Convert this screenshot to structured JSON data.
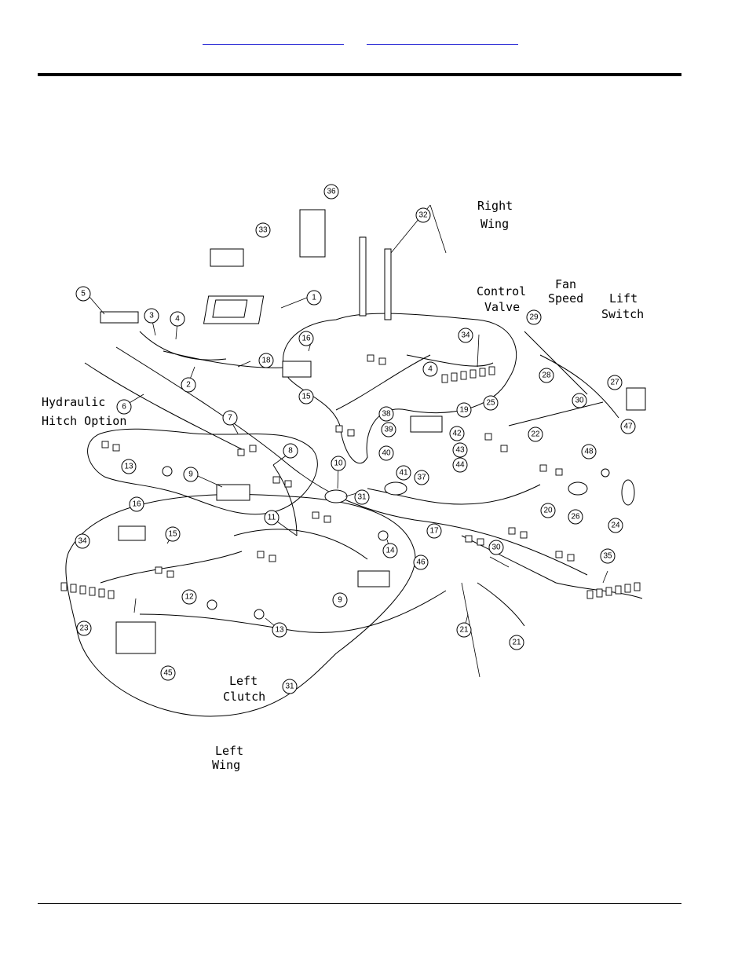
{
  "nav": {
    "link_prev": "",
    "link_next": ""
  },
  "labels": {
    "right_wing": [
      "Right",
      "Wing"
    ],
    "control_valve": [
      "Control",
      "Valve"
    ],
    "fan_speed": [
      "Fan",
      "Speed"
    ],
    "lift_switch": [
      "Lift",
      "Switch"
    ],
    "hydraulic_hitch": [
      "Hydraulic",
      "Hitch  Option"
    ],
    "left_clutch": [
      "Left",
      "Clutch"
    ],
    "left_wing": [
      "Left",
      "Wing"
    ]
  },
  "callouts": [
    "1",
    "2",
    "3",
    "4",
    "4",
    "5",
    "6",
    "7",
    "8",
    "9",
    "9",
    "10",
    "11",
    "12",
    "13",
    "13",
    "14",
    "15",
    "15",
    "16",
    "16",
    "17",
    "18",
    "19",
    "20",
    "21",
    "21",
    "22",
    "23",
    "24",
    "25",
    "26",
    "27",
    "28",
    "29",
    "30",
    "30",
    "31",
    "31",
    "32",
    "33",
    "34",
    "34",
    "35",
    "36",
    "37",
    "38",
    "39",
    "40",
    "41",
    "42",
    "43",
    "44",
    "45",
    "46",
    "47",
    "48"
  ]
}
